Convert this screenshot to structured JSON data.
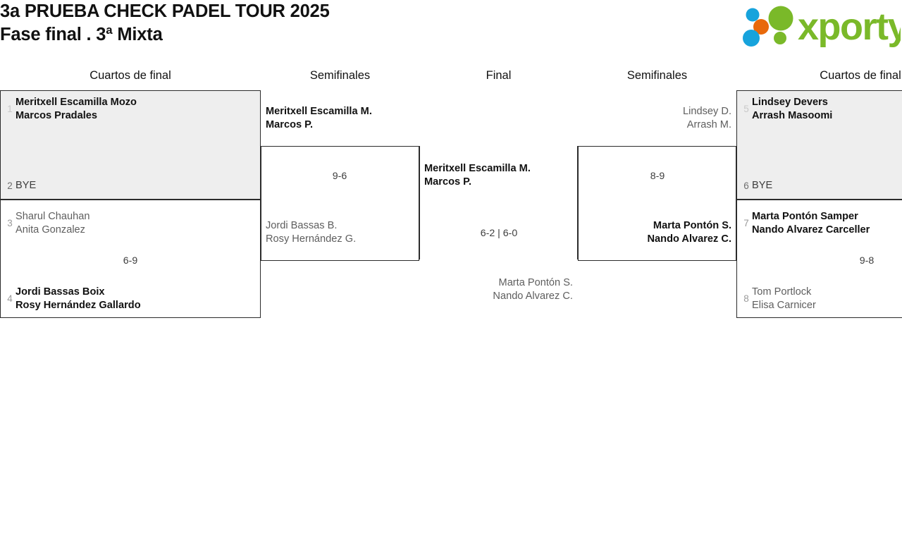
{
  "header": {
    "title_line1": "3a PRUEBA CHECK PADEL TOUR 2025",
    "title_line2": "Fase final . 3ª Mixta",
    "logo_text": "xporty",
    "logo_colors": {
      "green": "#7ab929",
      "orange": "#e8690b",
      "blue": "#17a3dc"
    }
  },
  "rounds": [
    {
      "id": "qf-left",
      "label": "Cuartos de final"
    },
    {
      "id": "sf-left",
      "label": "Semifinales"
    },
    {
      "id": "final",
      "label": "Final"
    },
    {
      "id": "sf-right",
      "label": "Semifinales"
    },
    {
      "id": "qf-right",
      "label": "Cuartos de final"
    }
  ],
  "qf_left": [
    {
      "id": "qf1",
      "score": "",
      "top": {
        "seed": "1",
        "line1": "Meritxell Escamilla Mozo",
        "line2": "Marcos Pradales",
        "result": "win"
      },
      "bottom": {
        "seed": "2",
        "line1": "BYE",
        "line2": "",
        "result": "bye"
      }
    },
    {
      "id": "qf2",
      "score": "6-9",
      "top": {
        "seed": "3",
        "line1": "Sharul Chauhan",
        "line2": "Anita Gonzalez",
        "result": "lose"
      },
      "bottom": {
        "seed": "4",
        "line1": "Jordi Bassas Boix",
        "line2": "Rosy Hernández Gallardo",
        "result": "win"
      }
    }
  ],
  "qf_right": [
    {
      "id": "qf3",
      "score": "",
      "top": {
        "seed": "5",
        "line1": "Lindsey Devers",
        "line2": "Arrash Masoomi",
        "result": "win"
      },
      "bottom": {
        "seed": "6",
        "line1": "BYE",
        "line2": "",
        "result": "bye"
      }
    },
    {
      "id": "qf4",
      "score": "9-8",
      "top": {
        "seed": "7",
        "line1": "Marta Pontón Samper",
        "line2": "Nando Alvarez Carceller",
        "result": "win"
      },
      "bottom": {
        "seed": "8",
        "line1": "Tom Portlock",
        "line2": "Elisa Carnicer",
        "result": "lose"
      }
    }
  ],
  "sf_left": {
    "id": "sf1",
    "score": "9-6",
    "advancing": {
      "line1": "Meritxell Escamilla M.",
      "line2": "Marcos P.",
      "result": "win"
    },
    "eliminated": {
      "line1": "Jordi Bassas B.",
      "line2": "Rosy Hernández G.",
      "result": "lose"
    }
  },
  "sf_right": {
    "id": "sf2",
    "score": "8-9",
    "eliminated": {
      "line1": "Lindsey D.",
      "line2": "Arrash M.",
      "result": "lose"
    },
    "advancing": {
      "line1": "Marta Pontón S.",
      "line2": "Nando Alvarez C.",
      "result": "win"
    }
  },
  "final": {
    "id": "final-match",
    "score": "6-2 | 6-0",
    "winner": {
      "line1": "Meritxell Escamilla M.",
      "line2": "Marcos P.",
      "result": "win"
    },
    "runner_up": {
      "line1": "Marta Pontón S.",
      "line2": "Nando Alvarez C.",
      "result": "lose"
    }
  }
}
